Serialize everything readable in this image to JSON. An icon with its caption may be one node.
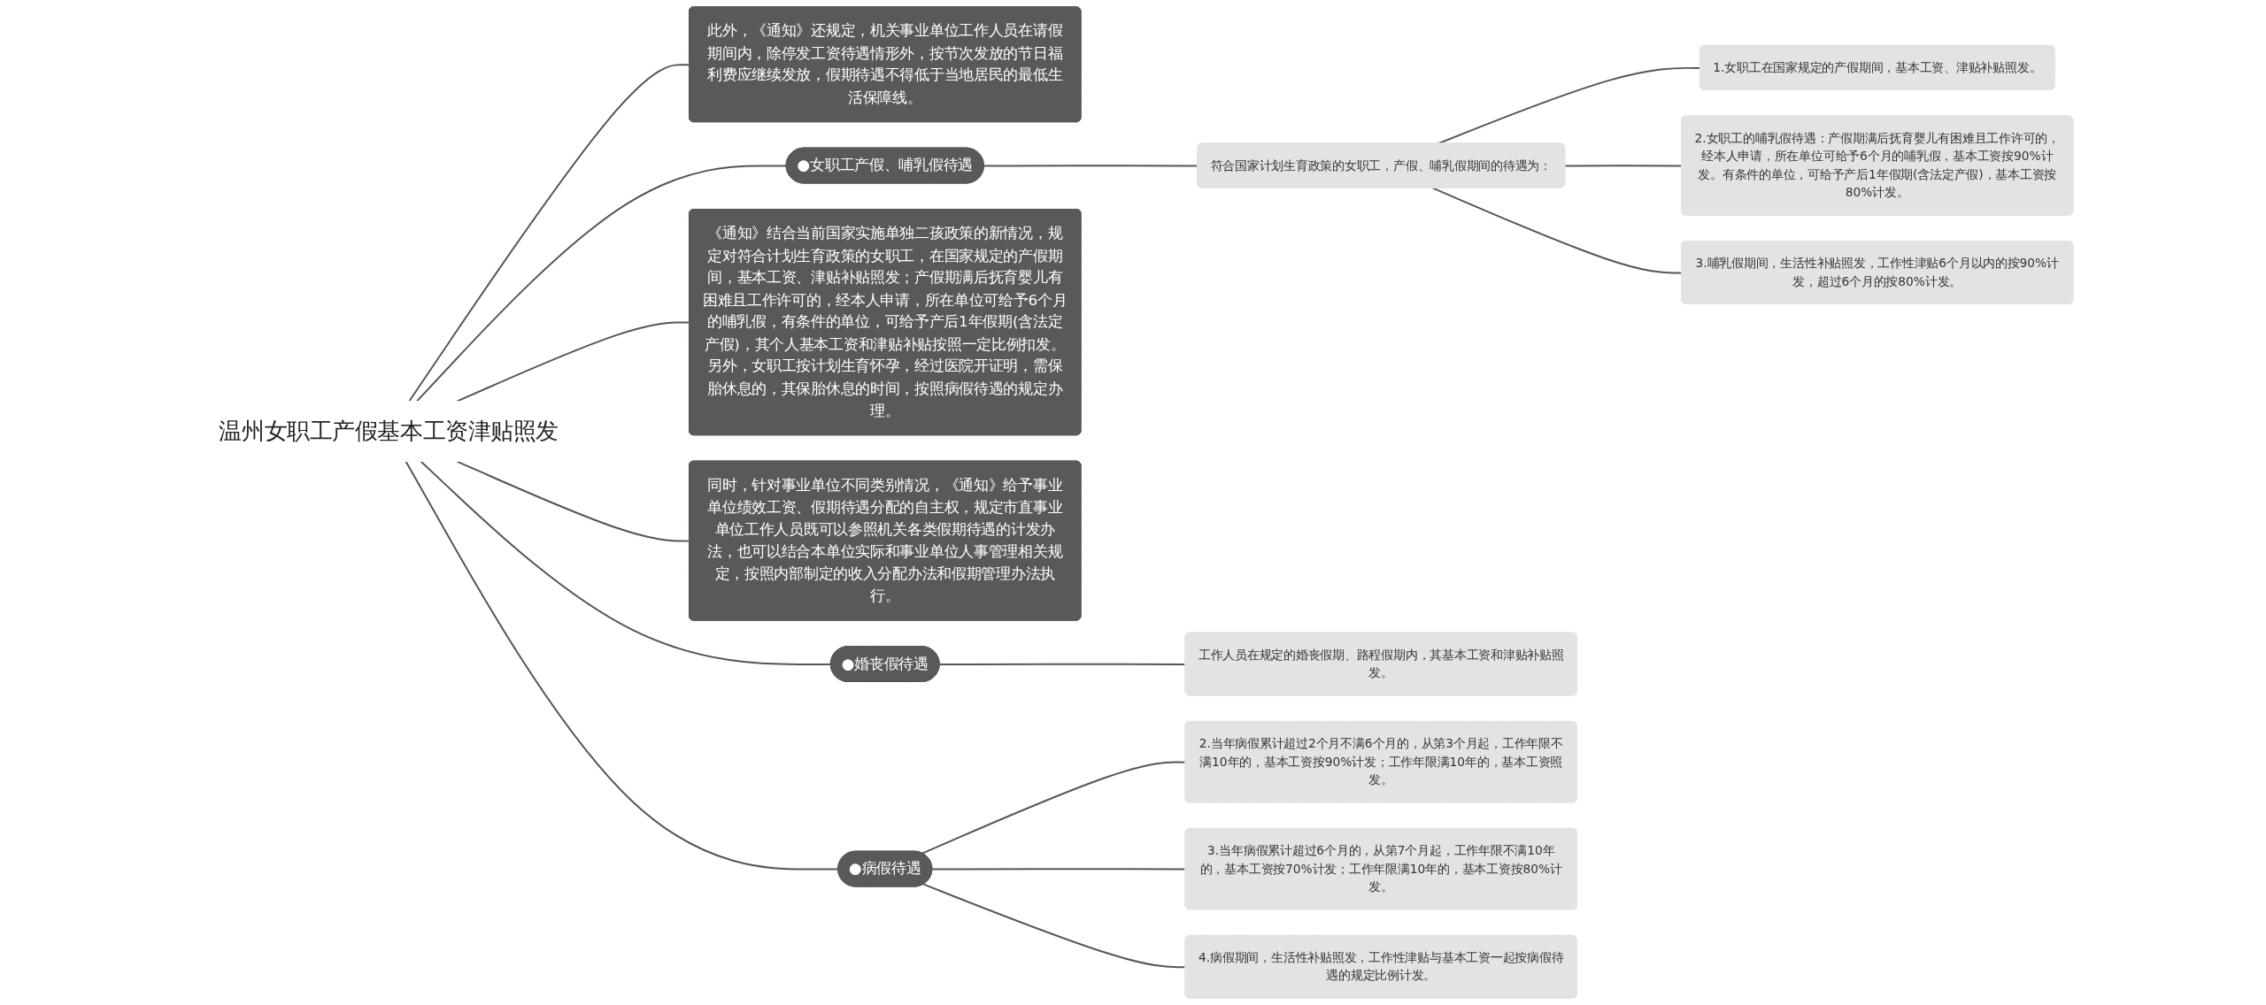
{
  "diagram": {
    "nodes": [
      {
        "text": [
          "温州女职工产假基本工资津贴照发"
        ]
      },
      {
        "text": [
          "此外，《通知》还规定，机关事业单位工作人员在请假期间内，除停发工资待遇情形外，按节次发放的节日福利费应继续发放，假期待遇不得低于当地居民的最低生活保障线。"
        ]
      },
      {
        "text": [
          "●女职工产假、哺乳假待遇"
        ]
      },
      {
        "text": [
          "符合国家计划生育政策的女职工，产假、哺乳假期间的待遇为："
        ]
      },
      {
        "text": [
          "1.女职工在国家规定的产假期间，基本工资、津贴补贴照发。"
        ]
      },
      {
        "text": [
          "2.女职工的哺乳假待遇：产假期满后抚育婴儿有困难且工作许可的，经本人申请，所在单位可给予6个月的哺乳假，基本工资按90%计发。有条件的单位，可给予产后1年假期(含法定产假)，基本工资按80%计发。"
        ]
      },
      {
        "text": [
          "3.哺乳假期间，生活性补贴照发，工作性津贴6个月以内的按90%计发，超过6个月的按80%计发。"
        ]
      },
      {
        "text": [
          "●病假待遇"
        ]
      },
      {
        "text": [
          "2.当年病假累计超过2个月不满6个月的，从第3个月起，工作年限不满10年的，基本工资按90%计发；工作年限满10年的，基本工资照发。"
        ]
      },
      {
        "text": [
          "3.当年病假累计超过6个月的，从第7个月起，工作年限不满10年的，基本工资按70%计发；工作年限满10年的，基本工资按80%计发。"
        ]
      },
      {
        "text": [
          "4.病假期间，生活性补贴照发，工作性津贴与基本工资一起按病假待遇的规定比例计发。"
        ]
      },
      {
        "text": [
          "《通知》结合当前国家实施单独二孩政策的新情况，规定对符合计划生育政策的女职工，在国家规定的产假期间，基本工资、津贴补贴照发；产假期满后抚育婴儿有困难且工作许可的，经本人申请，所在单位可给予6个月的哺乳假，有条件的单位，可给予产后1年假期(含法定产假)，其个人基本工资和津贴补贴按照一定比例扣发。另外，女职工按计划生育怀孕，经过医院开证明，需保胎休息的，其保胎休息的时间，按照病假待遇的规定办理。"
        ]
      },
      {
        "text": [
          "同时，针对事业单位不同类别情况，《通知》给予事业单位绩效工资、假期待遇分配的自主权，规定市直事业单位工作人员既可以参照机关各类假期待遇的计发办法，也可以结合本单位实际和事业单位人事管理相关规定，按照内部制定的收入分配办法和假期管理办法执行。"
        ]
      },
      {
        "text": [
          "●婚丧假待遇"
        ]
      },
      {
        "text": [
          "工作人员在规定的婚丧假期、路程假期内，其基本工资和津贴补贴照发。"
        ]
      }
    ],
    "edges": [
      {
        "from": 0,
        "to": 1,
        "arrow": "none"
      },
      {
        "from": 0,
        "to": 2,
        "arrow": "none"
      },
      {
        "from": 2,
        "to": 3,
        "arrow": "none"
      },
      {
        "from": 3,
        "to": 4,
        "arrow": "none"
      },
      {
        "from": 3,
        "to": 5,
        "arrow": "none"
      },
      {
        "from": 3,
        "to": 6,
        "arrow": "none"
      },
      {
        "from": 0,
        "to": 7,
        "arrow": "none"
      },
      {
        "from": 7,
        "to": 8,
        "arrow": "none"
      },
      {
        "from": 7,
        "to": 9,
        "arrow": "none"
      },
      {
        "from": 7,
        "to": 10,
        "arrow": "none"
      },
      {
        "from": 0,
        "to": 11,
        "arrow": "none"
      },
      {
        "from": 0,
        "to": 12,
        "arrow": "none"
      },
      {
        "from": 0,
        "to": 13,
        "arrow": "none"
      },
      {
        "from": 13,
        "to": 14,
        "arrow": "none"
      }
    ]
  }
}
